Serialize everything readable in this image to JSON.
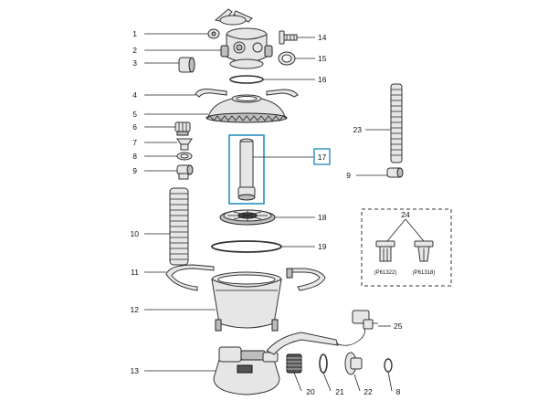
{
  "callouts": {
    "c1": "1",
    "c2": "2",
    "c3": "3",
    "c4": "4",
    "c5": "5",
    "c6": "6",
    "c7": "7",
    "c8": "8",
    "c9": "9",
    "c10": "10",
    "c11": "11",
    "c12": "12",
    "c13": "13",
    "c14": "14",
    "c15": "15",
    "c16": "16",
    "c17": "17",
    "c18": "18",
    "c19": "19",
    "c20": "20",
    "c21": "21",
    "c22": "22",
    "c23": "23",
    "c24": "24",
    "c25": "25",
    "c9b": "9",
    "c8b": "8"
  },
  "kit_codes": {
    "left": "(P61322)",
    "right": "(P61318)"
  },
  "colors": {
    "highlight": "#2a8fbd",
    "line": "#222222",
    "part_fill": "#e6e6e6"
  }
}
